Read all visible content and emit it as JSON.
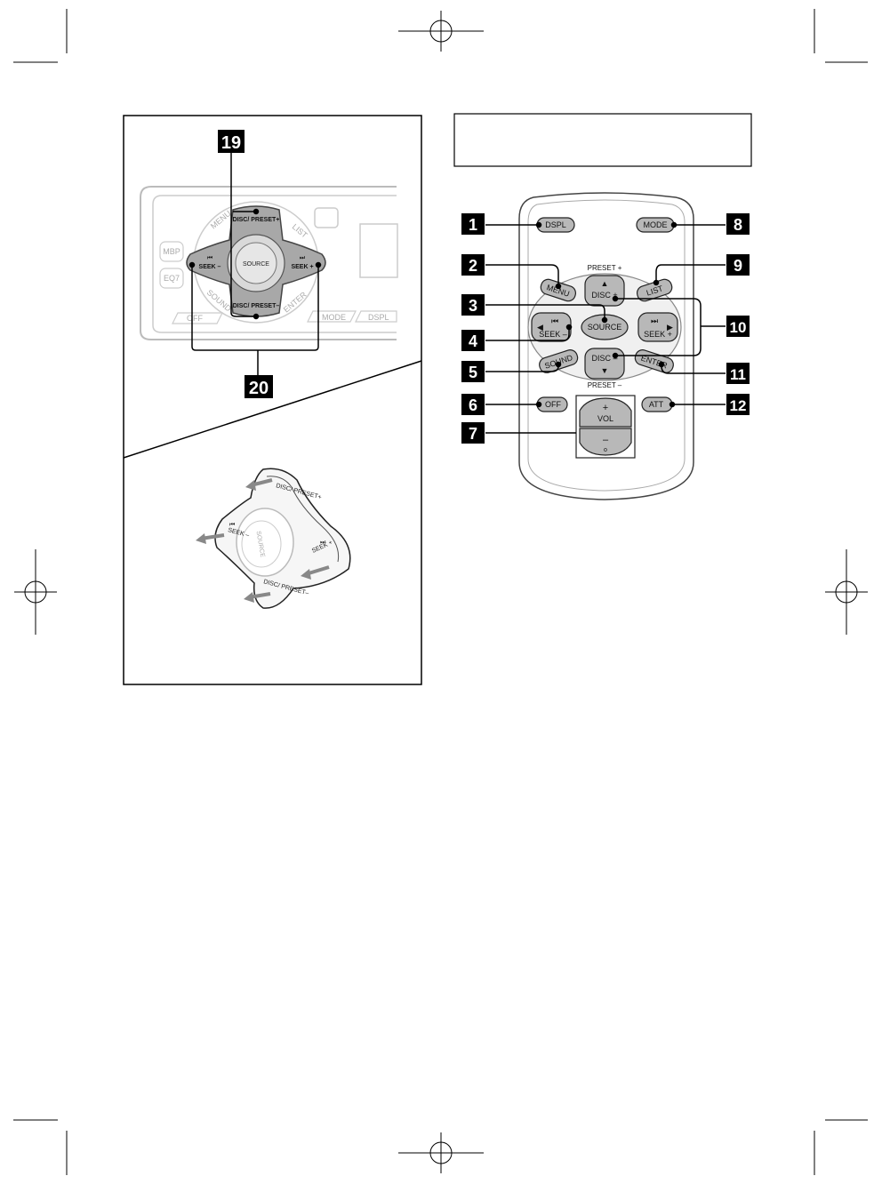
{
  "remote": {
    "buttons": {
      "dspl": "DSPL",
      "mode": "MODE",
      "menu": "MENU",
      "list": "LIST",
      "disc_plus": "DISC +",
      "source": "SOURCE",
      "seek_minus": "SEEK –",
      "seek_plus": "SEEK +",
      "disc_minus": "DISC –",
      "sound": "SOUND",
      "enter": "ENTER",
      "off": "OFF",
      "att": "ATT",
      "vol": "VOL",
      "vol_plus": "+",
      "vol_minus": "–",
      "vol_sub": "o"
    },
    "preset_plus": "PRESET +",
    "preset_minus": "PRESET –"
  },
  "callouts": [
    "1",
    "2",
    "3",
    "4",
    "5",
    "6",
    "7",
    "8",
    "9",
    "10",
    "11",
    "12",
    "19",
    "20"
  ],
  "unit": {
    "disc_preset_plus": "DISC/ PRESET+",
    "disc_preset_minus": "DISC/ PRESET–",
    "seek_minus": "SEEK –",
    "seek_plus": "SEEK +",
    "source": "SOURCE",
    "menu": "MENU",
    "list": "LIST",
    "sound": "SOUND",
    "enter": "ENTER",
    "mbp": "MBP",
    "eq7": "EQ7",
    "off": "OFF",
    "mode": "MODE",
    "dspl": "DSPL"
  },
  "knob": {
    "disc_preset_plus": "DISC/ PRESET+",
    "disc_preset_minus": "DISC/ PRESET–",
    "seek_minus": "SEEK –",
    "seek_plus": "SEEK +",
    "source": "SOURCE"
  }
}
